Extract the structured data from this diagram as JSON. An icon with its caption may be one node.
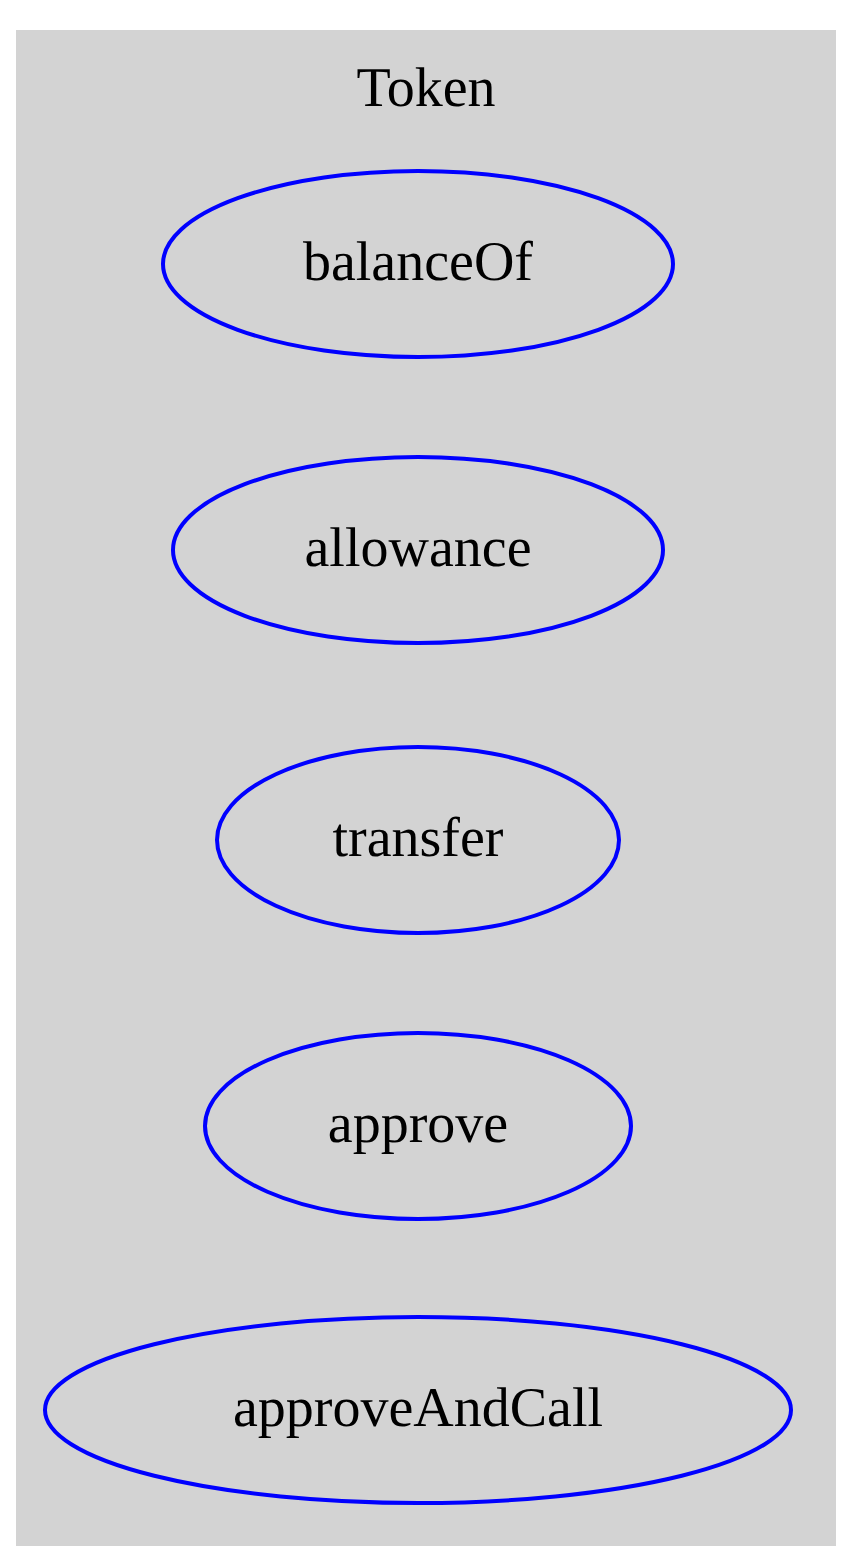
{
  "diagram": {
    "nodes": [
      {
        "text": [
          "Token"
        ]
      },
      {
        "text": [
          "balanceOf"
        ],
        "in": 0
      },
      {
        "text": [
          "allowance"
        ],
        "in": 0
      },
      {
        "text": [
          "transfer"
        ],
        "in": 0
      },
      {
        "text": [
          "approve"
        ],
        "in": 0
      },
      {
        "text": [
          "approveAndCall"
        ],
        "in": 0
      }
    ]
  }
}
